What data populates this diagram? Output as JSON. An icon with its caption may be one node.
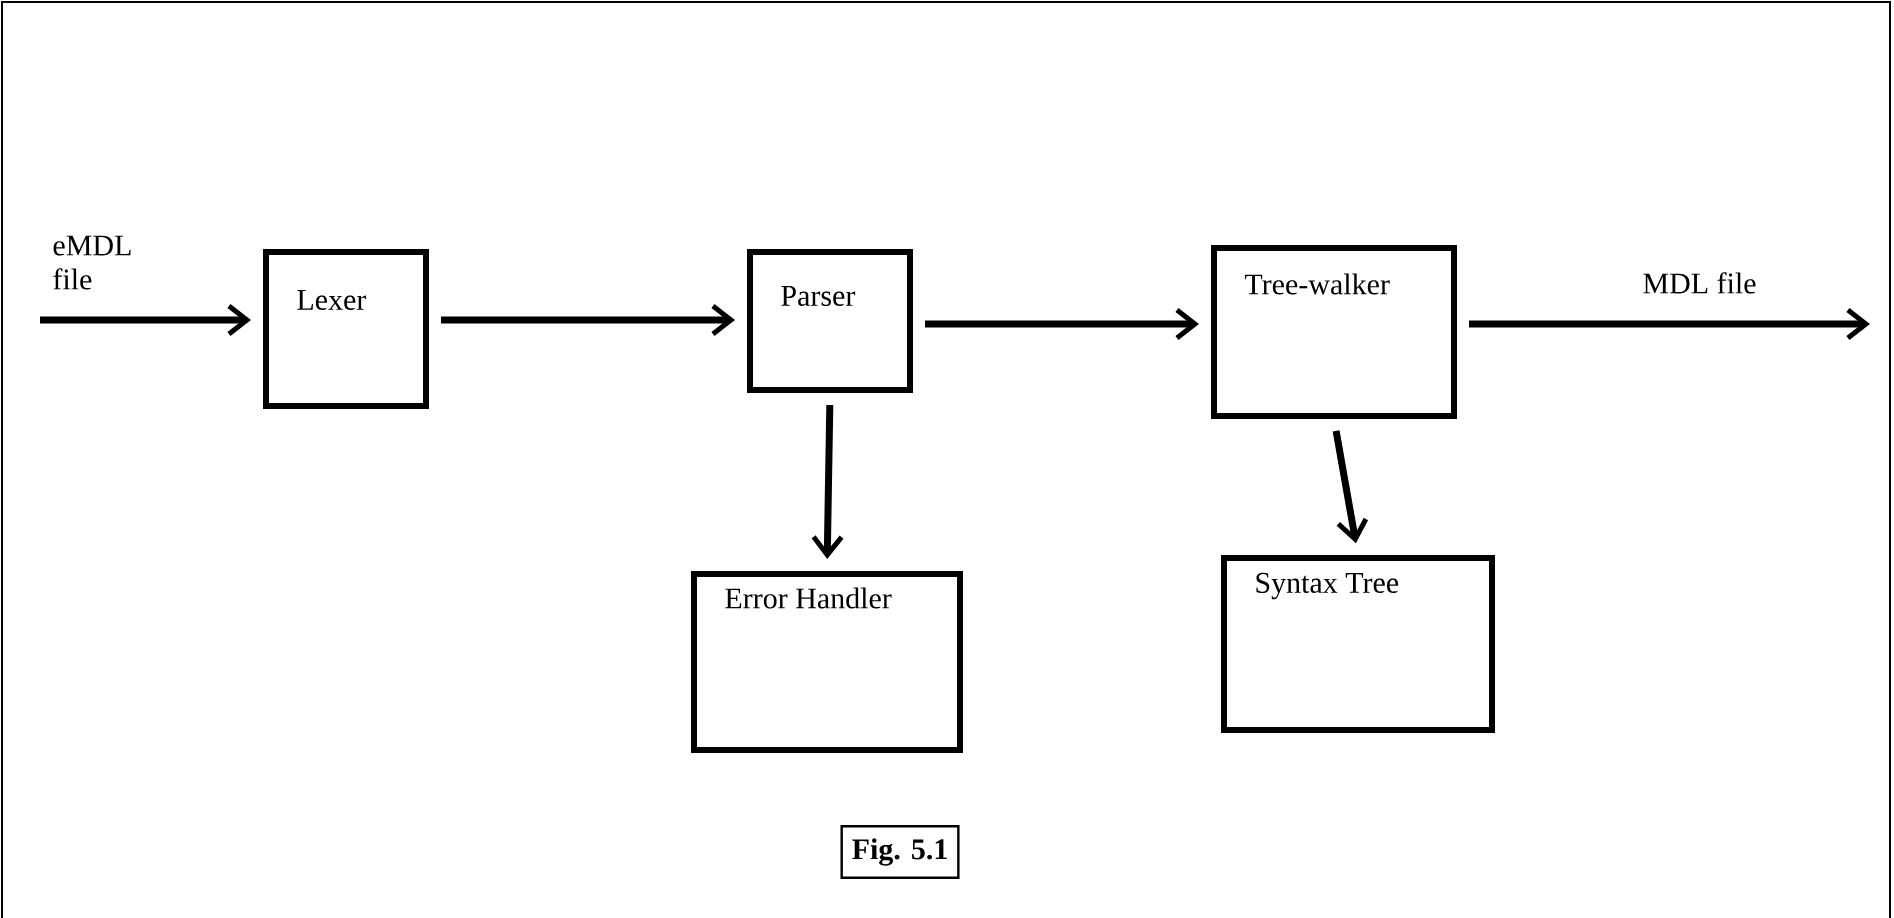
{
  "diagram": {
    "caption": "Fig. 5.1",
    "nodes": [
      {
        "text": [
          "Lexer"
        ]
      },
      {
        "text": [
          "Parser"
        ]
      },
      {
        "text": [
          "Tree-walker"
        ]
      },
      {
        "text": [
          "Error Handler"
        ]
      },
      {
        "text": [
          "Syntax Tree"
        ]
      }
    ],
    "edges": [
      {
        "from": null,
        "to": 0,
        "arrow": "to",
        "label": "eMDL file"
      },
      {
        "from": 0,
        "to": 1,
        "arrow": "to"
      },
      {
        "from": 1,
        "to": 2,
        "arrow": "to"
      },
      {
        "from": 1,
        "to": 3,
        "arrow": "to"
      },
      {
        "from": 2,
        "to": 4,
        "arrow": "to"
      },
      {
        "from": 2,
        "to": null,
        "arrow": "to",
        "label": "MDL file"
      }
    ]
  }
}
